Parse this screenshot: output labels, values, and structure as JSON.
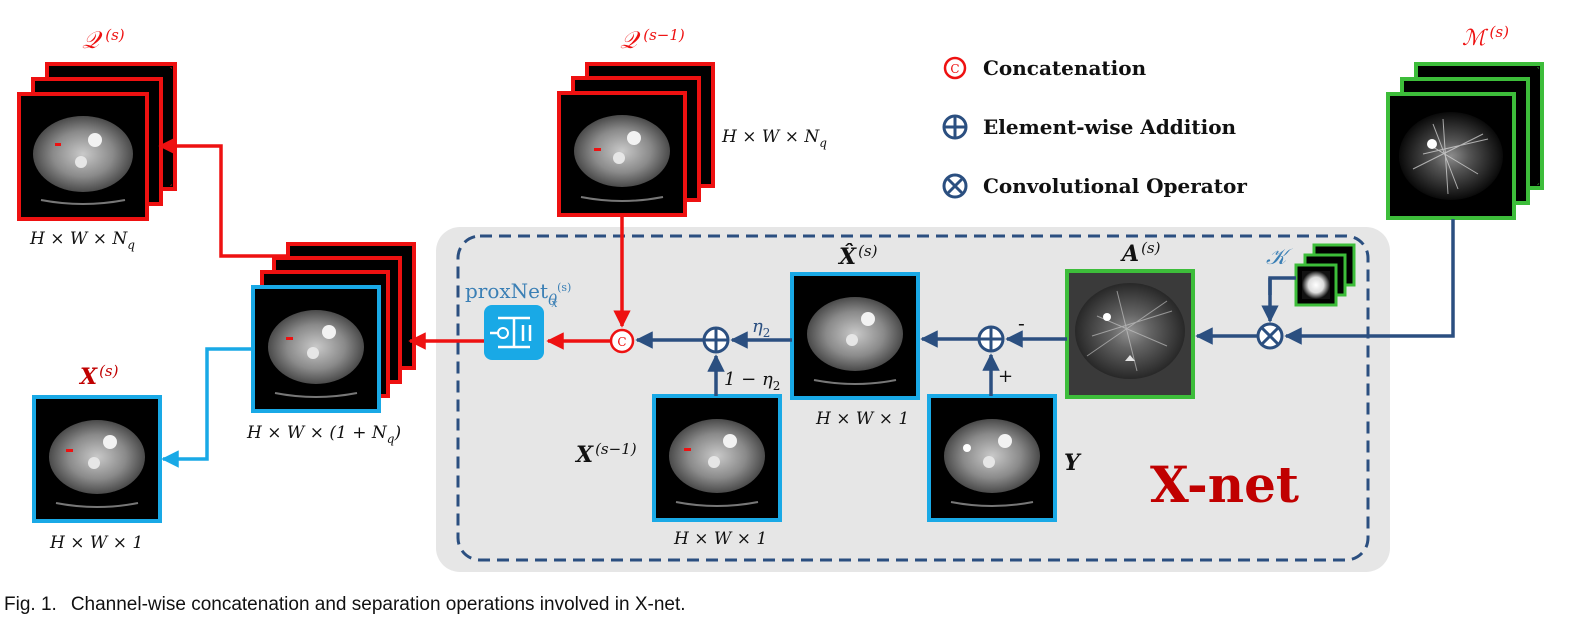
{
  "colors": {
    "red": "#ee1111",
    "blue_frame": "#19a9e6",
    "green": "#3dbd3a",
    "navy": "#2b4f80",
    "panel": "#e6e6e6",
    "xnet_title": "#c00000",
    "teal_text": "#3a7fb5"
  },
  "legend": {
    "concat_symbol": "C",
    "concat_label": "Concatenation",
    "add_label": "Element-wise Addition",
    "conv_label": "Convolutional Operator"
  },
  "stacks": {
    "q_out": {
      "label": "𝒬",
      "sup": "(s)",
      "dim": "H × W × N",
      "dim_sub": "q"
    },
    "q_in": {
      "label": "𝒬",
      "sup": "(s−1)",
      "dim": "H × W × N",
      "dim_sub": "q"
    },
    "m": {
      "label": "ℳ",
      "sup": "(s)"
    },
    "combined": {
      "dim": "H × W × (1 + N",
      "dim_sub": "q",
      "dim_end": ")"
    }
  },
  "images": {
    "x_out": {
      "label": "X",
      "sup": "(s)",
      "dim": "H × W × 1"
    },
    "x_prev": {
      "label": "X",
      "sup": "(s−1)",
      "dim": "H × W × 1"
    },
    "x_hat": {
      "label": "X̂",
      "sup": "(s)",
      "dim": "H × W × 1"
    },
    "a": {
      "label": "A",
      "sup": "(s)"
    },
    "y": {
      "label": "Y"
    },
    "k": {
      "label": "𝒦"
    }
  },
  "module": {
    "name": "proxNet",
    "sub": "θ",
    "sub_sub": "x",
    "sub_sup": "(s)",
    "title": "X-net"
  },
  "signs": {
    "eta": "η",
    "eta_sub": "2",
    "one_minus": "1 − η",
    "minus": "-",
    "plus": "+"
  },
  "caption": {
    "prefix": "Fig. 1.",
    "text": "Channel-wise concatenation and separation operations involved in X-net."
  }
}
